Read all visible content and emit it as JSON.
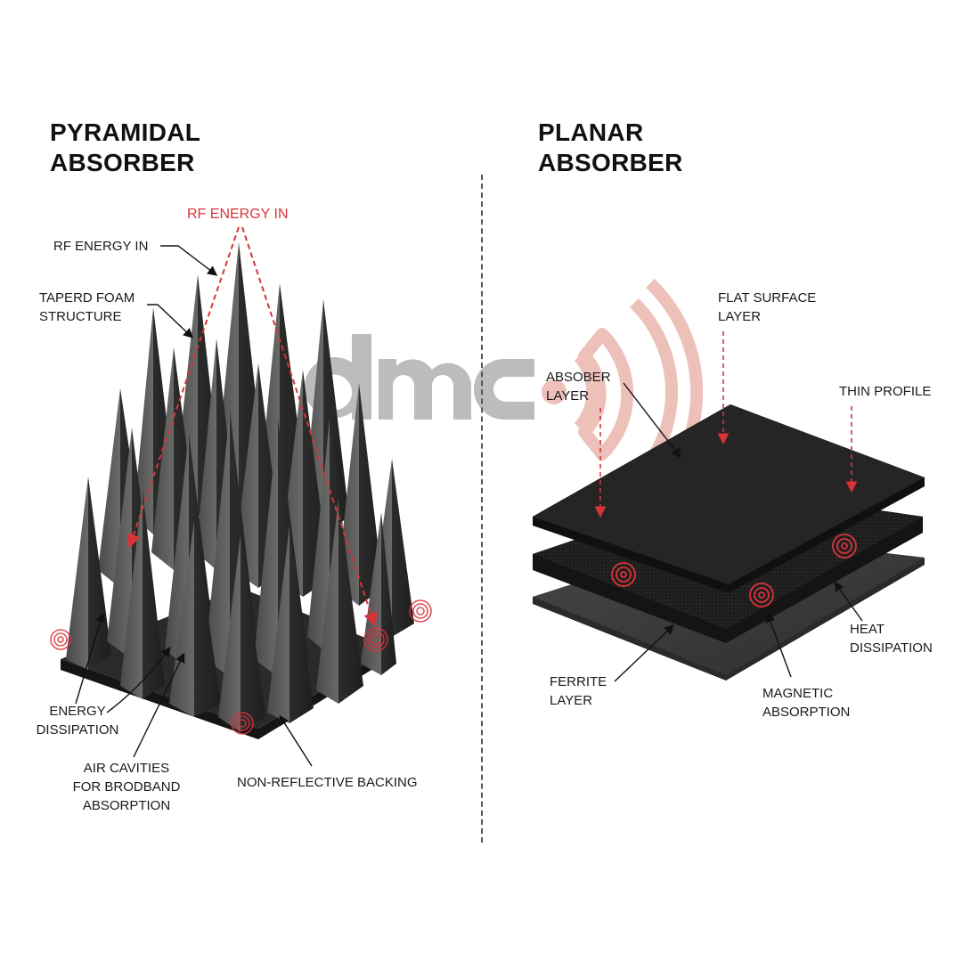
{
  "colors": {
    "accent_red": "#d9333a",
    "watermark_gray": "#b5b5b7",
    "watermark_pink": "#ebb6ad",
    "foam_dark": "#2e2e2e",
    "foam_light": "#5a5a5a",
    "plate_top": "#232323",
    "plate_mid": "#1c1c1c",
    "plate_bottom": "#3a3a3a"
  },
  "watermark": {
    "text": "dmc",
    "icon": "signal-waves-icon"
  },
  "left_panel": {
    "title_line1": "PYRAMIDAL",
    "title_line2": "ABSORBER",
    "labels": {
      "rf_energy_in_red": "RF ENERGY IN",
      "rf_energy_in": "RF ENERGY IN",
      "tapered_foam": "TAPERD FOAM\nSTRUCTURE",
      "energy_dissipation": "ENERGY\nDISSIPATION",
      "air_cavities": "AIR CAVITIES\nFOR BRODBAND\nABSORPTION",
      "non_reflective_backing": "NON-REFLECTIVE BACKING"
    },
    "icons": [
      "energy-swirl-icon",
      "energy-swirl-icon",
      "energy-swirl-icon",
      "energy-swirl-icon"
    ]
  },
  "right_panel": {
    "title_line1": "PLANAR",
    "title_line2": "ABSORBER",
    "labels": {
      "flat_surface_layer": "FLAT SURFACE\nLAYER",
      "absorber_layer": "ABSOBER\nLAYER",
      "thin_profile": "THIN PROFILE",
      "heat_dissipation": "HEAT\nDISSIPATION",
      "ferrite_layer": "FERRITE\nLAYER",
      "magnetic_absorption": "MAGNETIC\nABSORPTION"
    },
    "icons": [
      "energy-swirl-icon",
      "energy-swirl-icon",
      "energy-swirl-icon"
    ]
  }
}
